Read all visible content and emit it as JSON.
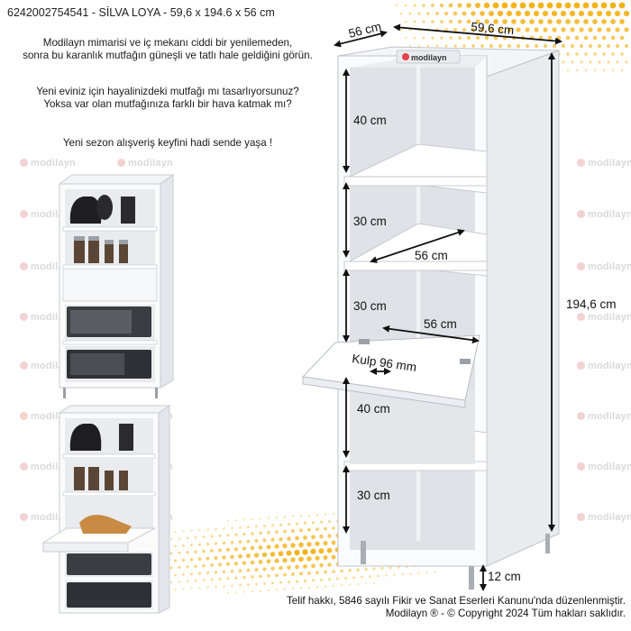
{
  "product": {
    "title": "6242002754541 - SİLVA LOYA - 59,6 x 194.6 x 56 cm"
  },
  "intro": {
    "line1": "Modilayn mimarisi ve iç mekanı ciddi bir yenilemeden,",
    "line2": "sonra bu karanlık mutfağın güneşli ve tatlı hale geldiğini görün.",
    "line3": "Yeni eviniz için hayalinizdeki mutfağı mı tasarlıyorsunuz?",
    "line4": "Yoksa var olan mutfağınıza farklı bir hava katmak mı?",
    "line5": "Yeni sezon alışveriş keyfini hadi sende yaşa !"
  },
  "brand": {
    "logo_text": "modilayn",
    "watermark_text": "modilayn",
    "accent_color": "#e8404a",
    "dot_color": "#f2b21b"
  },
  "dimensions": {
    "depth_top": "56 cm",
    "width_top": "59,6 cm",
    "height_total": "194,6 cm",
    "shelf1_height": "40 cm",
    "shelf2_height": "30 cm",
    "shelf2_depth": "56 cm",
    "shelf3_height": "30 cm",
    "pullout_depth": "56 cm",
    "handle": "Kulp 96 mm",
    "shelf4_height": "40 cm",
    "shelf5_height": "30 cm",
    "leg_height": "12 cm"
  },
  "copyright": {
    "line1": "Telif hakkı, 5846 sayılı Fikir ve Sanat Eserleri Kanunu'nda düzenlenmiştir.",
    "line2": "Modilayn ® - © Copyright 2024 Tüm hakları saklıdır."
  }
}
